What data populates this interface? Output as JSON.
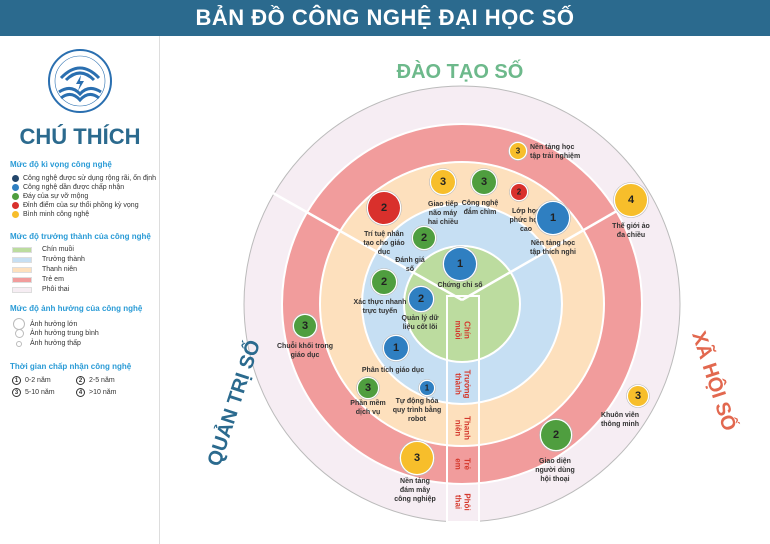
{
  "header": {
    "title": "BẢN ĐỒ CÔNG NGHỆ ĐẠI HỌC SỐ"
  },
  "legend": {
    "title": "CHÚ THÍCH",
    "expectation": {
      "heading": "Mức độ kì vọng công nghệ",
      "items": [
        {
          "label": "Công nghệ được sử dụng rộng rãi, ổn định",
          "color": "#23466b"
        },
        {
          "label": "Công nghệ dần được chấp nhận",
          "color": "#2f7fc1"
        },
        {
          "label": "Đáy của sự vỡ mộng",
          "color": "#4f9e3f"
        },
        {
          "label": "Đỉnh điểm của sự thổi phồng kỳ vọng",
          "color": "#d9302c"
        },
        {
          "label": "Bình minh công nghệ",
          "color": "#f7be2b"
        }
      ]
    },
    "maturity": {
      "heading": "Mức độ trưởng thành của công nghệ",
      "items": [
        {
          "label": "Chín muồi",
          "color": "#bcdc9f"
        },
        {
          "label": "Trưởng thành",
          "color": "#c6dff3"
        },
        {
          "label": "Thanh niên",
          "color": "#fde0bd"
        },
        {
          "label": "Trẻ em",
          "color": "#f19c9c"
        },
        {
          "label": "Phôi thai",
          "color": "#f6edf3"
        }
      ]
    },
    "impact": {
      "heading": "Mức độ ảnh hưởng của công nghệ",
      "items": [
        {
          "label": "Ảnh hưởng lớn"
        },
        {
          "label": "Ảnh hưởng trung bình"
        },
        {
          "label": "Ảnh hưởng thấp"
        }
      ]
    },
    "adoption": {
      "heading": "Thời gian chấp nhận công nghệ",
      "items": [
        {
          "num": "1",
          "label": "0-2 năm"
        },
        {
          "num": "2",
          "label": "2-5 năm"
        },
        {
          "num": "3",
          "label": "5-10 năm"
        },
        {
          "num": "4",
          "label": ">10 năm"
        }
      ]
    }
  },
  "sectors": {
    "top": "ĐÀO TẠO SỐ",
    "right": "XÃ HỘI SỐ",
    "left": "QUẢN TRỊ SỐ"
  },
  "rings": [
    "Chín muồi",
    "Trưởng thành",
    "Thanh niên",
    "Trẻ em",
    "Phôi thai"
  ],
  "technologies": [
    {
      "name": "Nền tảng học tập trải nghiệm",
      "num": "3",
      "stage": "Bình minh công nghệ",
      "impact": "thấp"
    },
    {
      "name": "Thế giới ảo đa chiều",
      "num": "4",
      "stage": "Bình minh công nghệ",
      "impact": "lớn"
    },
    {
      "name": "Giao tiếp não máy hai chiều",
      "num": "3",
      "stage": "Bình minh công nghệ",
      "impact": "trung bình"
    },
    {
      "name": "Công nghệ đắm chìm",
      "num": "3",
      "stage": "Đáy của sự vỡ mộng",
      "impact": "trung bình"
    },
    {
      "name": "Lớp học phức hợp cao",
      "num": "2",
      "stage": "Đỉnh điểm của sự thổi phồng kỳ vọng",
      "impact": "thấp"
    },
    {
      "name": "Nền tảng học tập thích nghi",
      "num": "1",
      "stage": "Công nghệ dần được chấp nhận",
      "impact": "lớn"
    },
    {
      "name": "Trí tuệ nhân tạo cho giáo dục",
      "num": "2",
      "stage": "Đỉnh điểm của sự thổi phồng kỳ vọng",
      "impact": "lớn"
    },
    {
      "name": "Đánh giá số",
      "num": "2",
      "stage": "Đáy của sự vỡ mộng",
      "impact": "trung bình"
    },
    {
      "name": "Chứng chỉ số",
      "num": "1",
      "stage": "Công nghệ dần được chấp nhận",
      "impact": "lớn"
    },
    {
      "name": "Xác thực nhanh trực tuyến",
      "num": "2",
      "stage": "Đáy của sự vỡ mộng",
      "impact": "trung bình"
    },
    {
      "name": "Quản lý dữ liệu cốt lõi",
      "num": "2",
      "stage": "Công nghệ dần được chấp nhận",
      "impact": "trung bình"
    },
    {
      "name": "Chuỗi khối trong giáo dục",
      "num": "3",
      "stage": "Đáy của sự vỡ mộng",
      "impact": "trung bình"
    },
    {
      "name": "Phân tích giáo dục",
      "num": "1",
      "stage": "Công nghệ dần được chấp nhận",
      "impact": "trung bình"
    },
    {
      "name": "Phần mềm dịch vụ",
      "num": "3",
      "stage": "Đáy của sự vỡ mộng",
      "impact": "trung bình"
    },
    {
      "name": "Tự động hóa quy trình bằng robot",
      "num": "1",
      "stage": "Công nghệ dần được chấp nhận",
      "impact": "thấp"
    },
    {
      "name": "Nền tảng đám mây công nghiệp",
      "num": "3",
      "stage": "Bình minh công nghệ",
      "impact": "lớn"
    },
    {
      "name": "Giao diện người dùng hội thoại",
      "num": "2",
      "stage": "Đáy của sự vỡ mộng",
      "impact": "lớn"
    },
    {
      "name": "Khuôn viên thông minh",
      "num": "3",
      "stage": "Bình minh công nghệ",
      "impact": "thấp"
    }
  ]
}
